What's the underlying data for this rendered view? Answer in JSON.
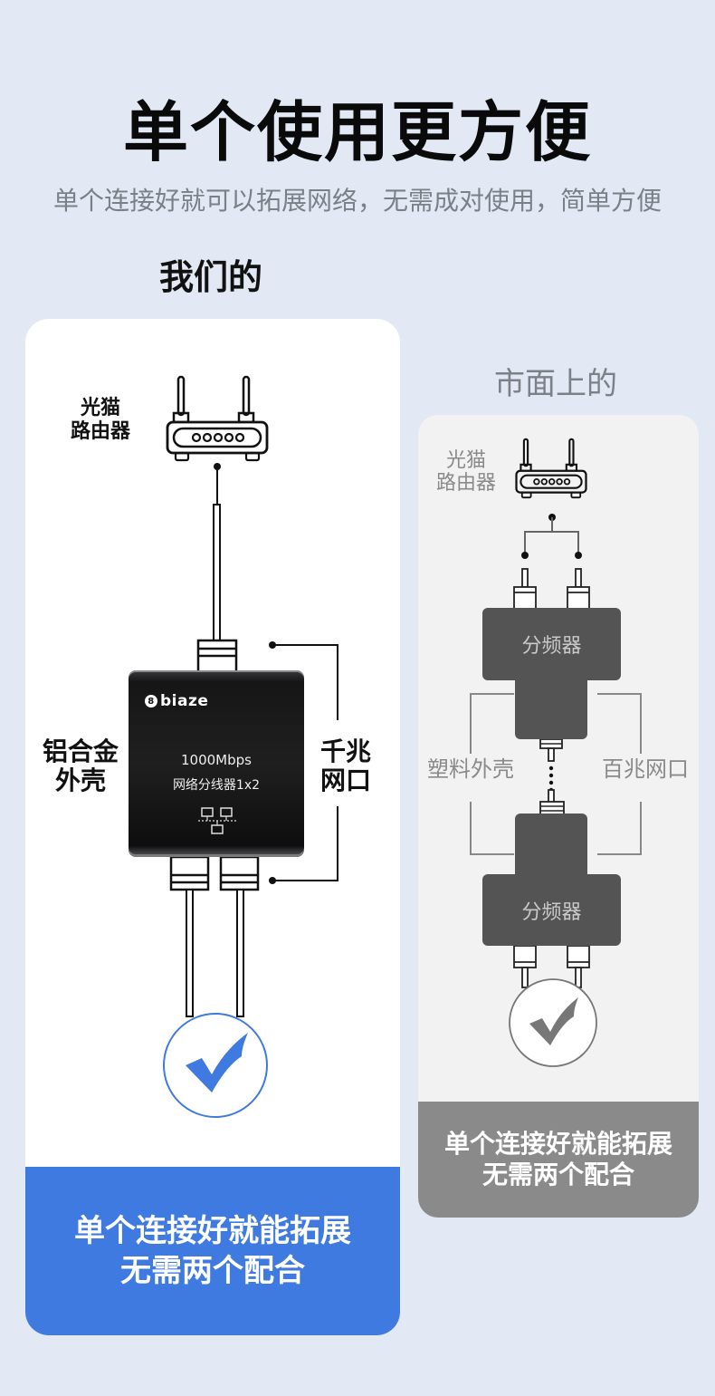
{
  "header": {
    "title": "单个使用更方便",
    "subtitle": "单个连接好就可以拓展网络，无需成对使用，简单方便"
  },
  "ours": {
    "section_label": "我们的",
    "router_label_line1": "光猫",
    "router_label_line2": "路由器",
    "device": {
      "brand": "biaze",
      "spec_speed": "1000Mbps",
      "spec_name": "网络分线器1x2"
    },
    "callout_left_line1": "铝合金",
    "callout_left_line2": "外壳",
    "callout_right_line1": "千兆",
    "callout_right_line2": "网口",
    "status_icon": "check-circle-icon",
    "footer_line1": "单个连接好就能拓展",
    "footer_line2": "无需两个配合",
    "accent_color": "#3E7AE0"
  },
  "market": {
    "section_label": "市面上的",
    "router_label_line1": "光猫",
    "router_label_line2": "路由器",
    "splitter_top_label": "分频器",
    "splitter_bottom_label": "分频器",
    "callout_left": "塑料外壳",
    "callout_right": "百兆网口",
    "status_icon": "check-circle-icon",
    "footer_line1": "单个连接好就能拓展",
    "footer_line2": "无需两个配合",
    "accent_color": "#8A8A8A"
  }
}
